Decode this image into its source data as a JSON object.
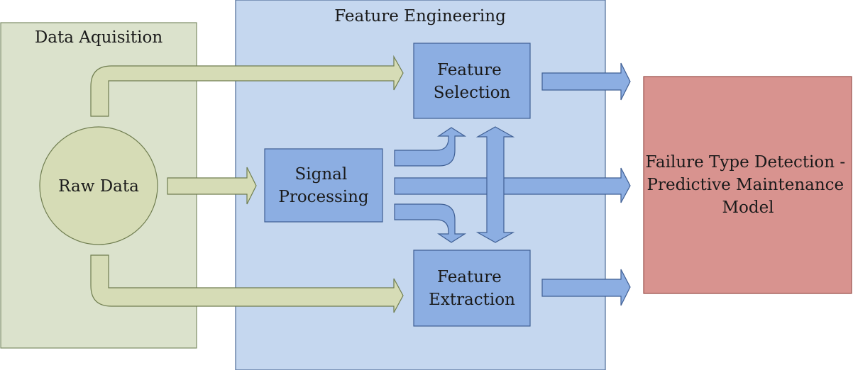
{
  "diagram": {
    "groups": {
      "data_acquisition": {
        "title": "Data Aquisition",
        "color": "#dbe2cc"
      },
      "feature_engineering": {
        "title": "Feature Engineering",
        "color": "#c5d7ef"
      }
    },
    "nodes": {
      "raw_data": {
        "label": "Raw Data",
        "color": "#d6dcb6"
      },
      "signal_processing": {
        "lines": [
          "Signal",
          "Processing"
        ],
        "color": "#8caee2"
      },
      "feature_selection": {
        "lines": [
          "Feature",
          "Selection"
        ],
        "color": "#8caee2"
      },
      "feature_extraction": {
        "lines": [
          "Feature",
          "Extraction"
        ],
        "color": "#8caee2"
      },
      "model": {
        "lines": [
          "Failure Type Detection -",
          "Predictive Maintenance",
          "Model"
        ],
        "color": "#d8938f"
      }
    },
    "arrow_colors": {
      "green": "#d6dcb6",
      "blue": "#8caee2"
    },
    "edges": [
      {
        "from": "raw_data",
        "to": "feature_selection"
      },
      {
        "from": "raw_data",
        "to": "signal_processing"
      },
      {
        "from": "raw_data",
        "to": "feature_extraction"
      },
      {
        "from": "signal_processing",
        "to": "feature_selection"
      },
      {
        "from": "signal_processing",
        "to": "model"
      },
      {
        "from": "signal_processing",
        "to": "feature_extraction"
      },
      {
        "from": "feature_selection",
        "to": "feature_extraction",
        "bidirectional": true
      },
      {
        "from": "feature_selection",
        "to": "model"
      },
      {
        "from": "feature_extraction",
        "to": "model"
      }
    ]
  }
}
